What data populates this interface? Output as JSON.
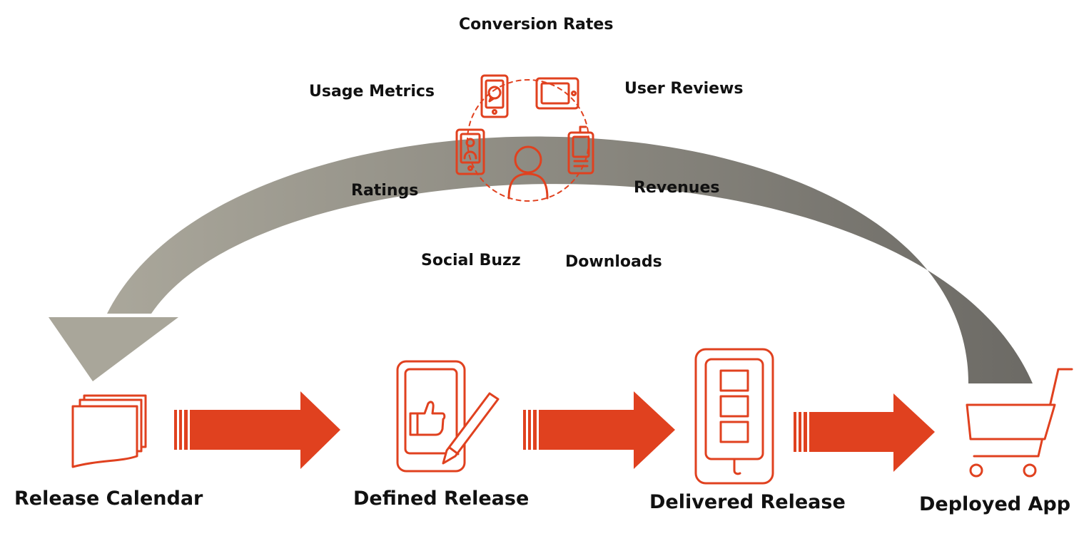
{
  "colors": {
    "accent": "#e0411f",
    "feedback_arrow_light": "#a9a69a",
    "feedback_arrow_dark": "#6e6c67",
    "text": "#111111"
  },
  "metrics": {
    "conversion_rates": "Conversion Rates",
    "usage_metrics": "Usage Metrics",
    "user_reviews": "User Reviews",
    "ratings": "Ratings",
    "revenues": "Revenues",
    "social_buzz": "Social Buzz",
    "downloads": "Downloads"
  },
  "stages": {
    "release_calendar": "Release Calendar",
    "defined_release": "Defined Release",
    "delivered_release": "Delivered Release",
    "deployed_app": "Deployed App"
  },
  "icons": {
    "hub": [
      "user-icon",
      "chat-phone-icon",
      "tablet-icon",
      "profile-phone-icon",
      "bill-phone-icon"
    ],
    "stages": [
      "calendar-pages-icon",
      "phone-thumbs-up-pencil-icon",
      "phone-app-list-icon",
      "shopping-cart-icon"
    ]
  }
}
